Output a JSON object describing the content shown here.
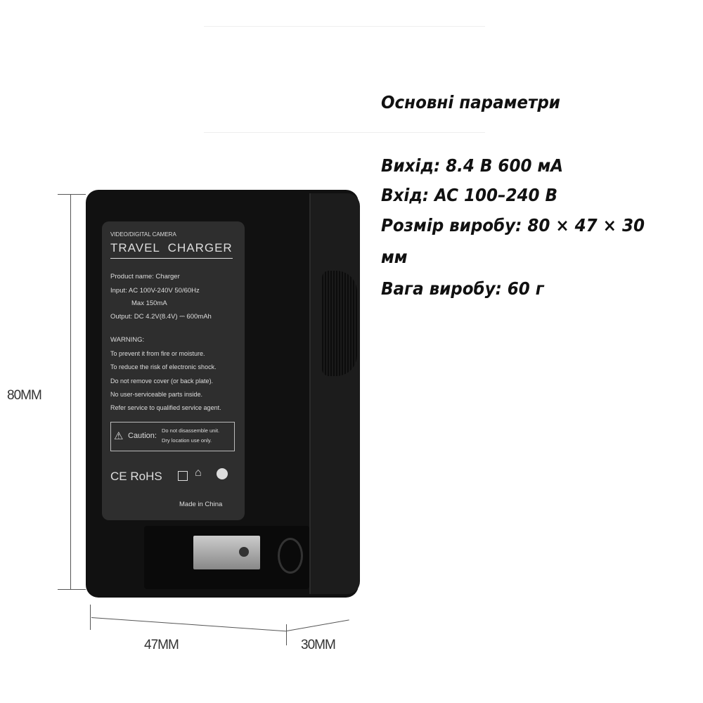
{
  "specs": {
    "title": "Основні параметри",
    "output": "Вихід: 8.4 В 600 мА",
    "input": "Вхід: AC 100–240 В",
    "size": "Розмір виробу: 80 × 47 × 30",
    "size_unit": "мм",
    "weight": "Вага виробу: 60 г"
  },
  "dimensions": {
    "height": "80MM",
    "width": "47MM",
    "depth": "30MM"
  },
  "label": {
    "subtitle": "VIDEO/DIGITAL CAMERA",
    "title": "TRAVEL  CHARGER",
    "product": "Product  name: Charger",
    "input": "Input: AC 100V-240V 50/60Hz",
    "max": "Max 150mA",
    "output": "Output: DC 4.2V(8.4V) ⎓ 600mAh",
    "warning": "WARNING:",
    "w1": "To prevent it from fire or moisture.",
    "w2": "To reduce the risk of electronic shock.",
    "w3": "Do not remove cover (or back plate).",
    "w4": "No user-serviceable parts inside.",
    "w5": "Refer service to qualified service agent.",
    "caution": "Caution:",
    "caution1": "Do not disassemble unit.",
    "caution2": "Dry location use only.",
    "marks": "CE RoHS",
    "made": "Made in China"
  }
}
